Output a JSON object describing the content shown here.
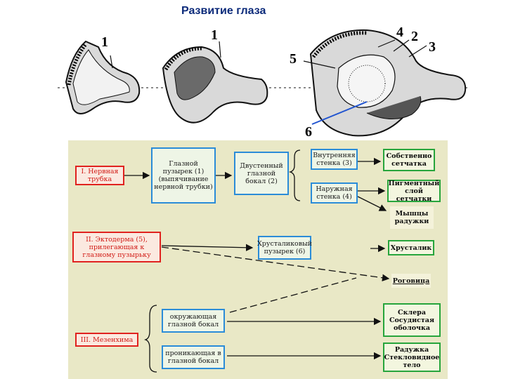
{
  "title": "Развитие глаза",
  "illustration": {
    "labels": [
      {
        "id": "1a",
        "text": "1"
      },
      {
        "id": "1b",
        "text": "1"
      },
      {
        "id": "4",
        "text": "4"
      },
      {
        "id": "2",
        "text": "2"
      },
      {
        "id": "3",
        "text": "3"
      },
      {
        "id": "5",
        "text": "5"
      },
      {
        "id": "6",
        "text": "6"
      }
    ]
  },
  "scheme": {
    "neural_tube": "I. Нервная трубка",
    "optic_vesicle": "Глазной пузырек (1) (выпячивание нервной трубки)",
    "optic_cup": "Двустенный глазной бокал (2)",
    "inner_wall": "Внутренняя стенка (3)",
    "outer_wall": "Наружная стенка (4)",
    "retina": "Собственно сетчатка",
    "pigment_layer": "Пигментный слой сетчатки",
    "iris_muscles": "Мышцы радужки",
    "ectoderm": "II. Эктодерма (5), прилегающая к глазному пузырьку",
    "lens_vesicle": "Хрусталиковый пузырек (6)",
    "lens": "Хрусталик",
    "cornea": "Роговица",
    "surrounding": "окружающая глазной бокал",
    "mesenchyme": "III. Мезенхима",
    "penetrating": "проникающая в глазной бокал",
    "sclera": "Склера Сосудистая оболочка",
    "iris_vitreous": "Радужка Стекловидное тело"
  }
}
